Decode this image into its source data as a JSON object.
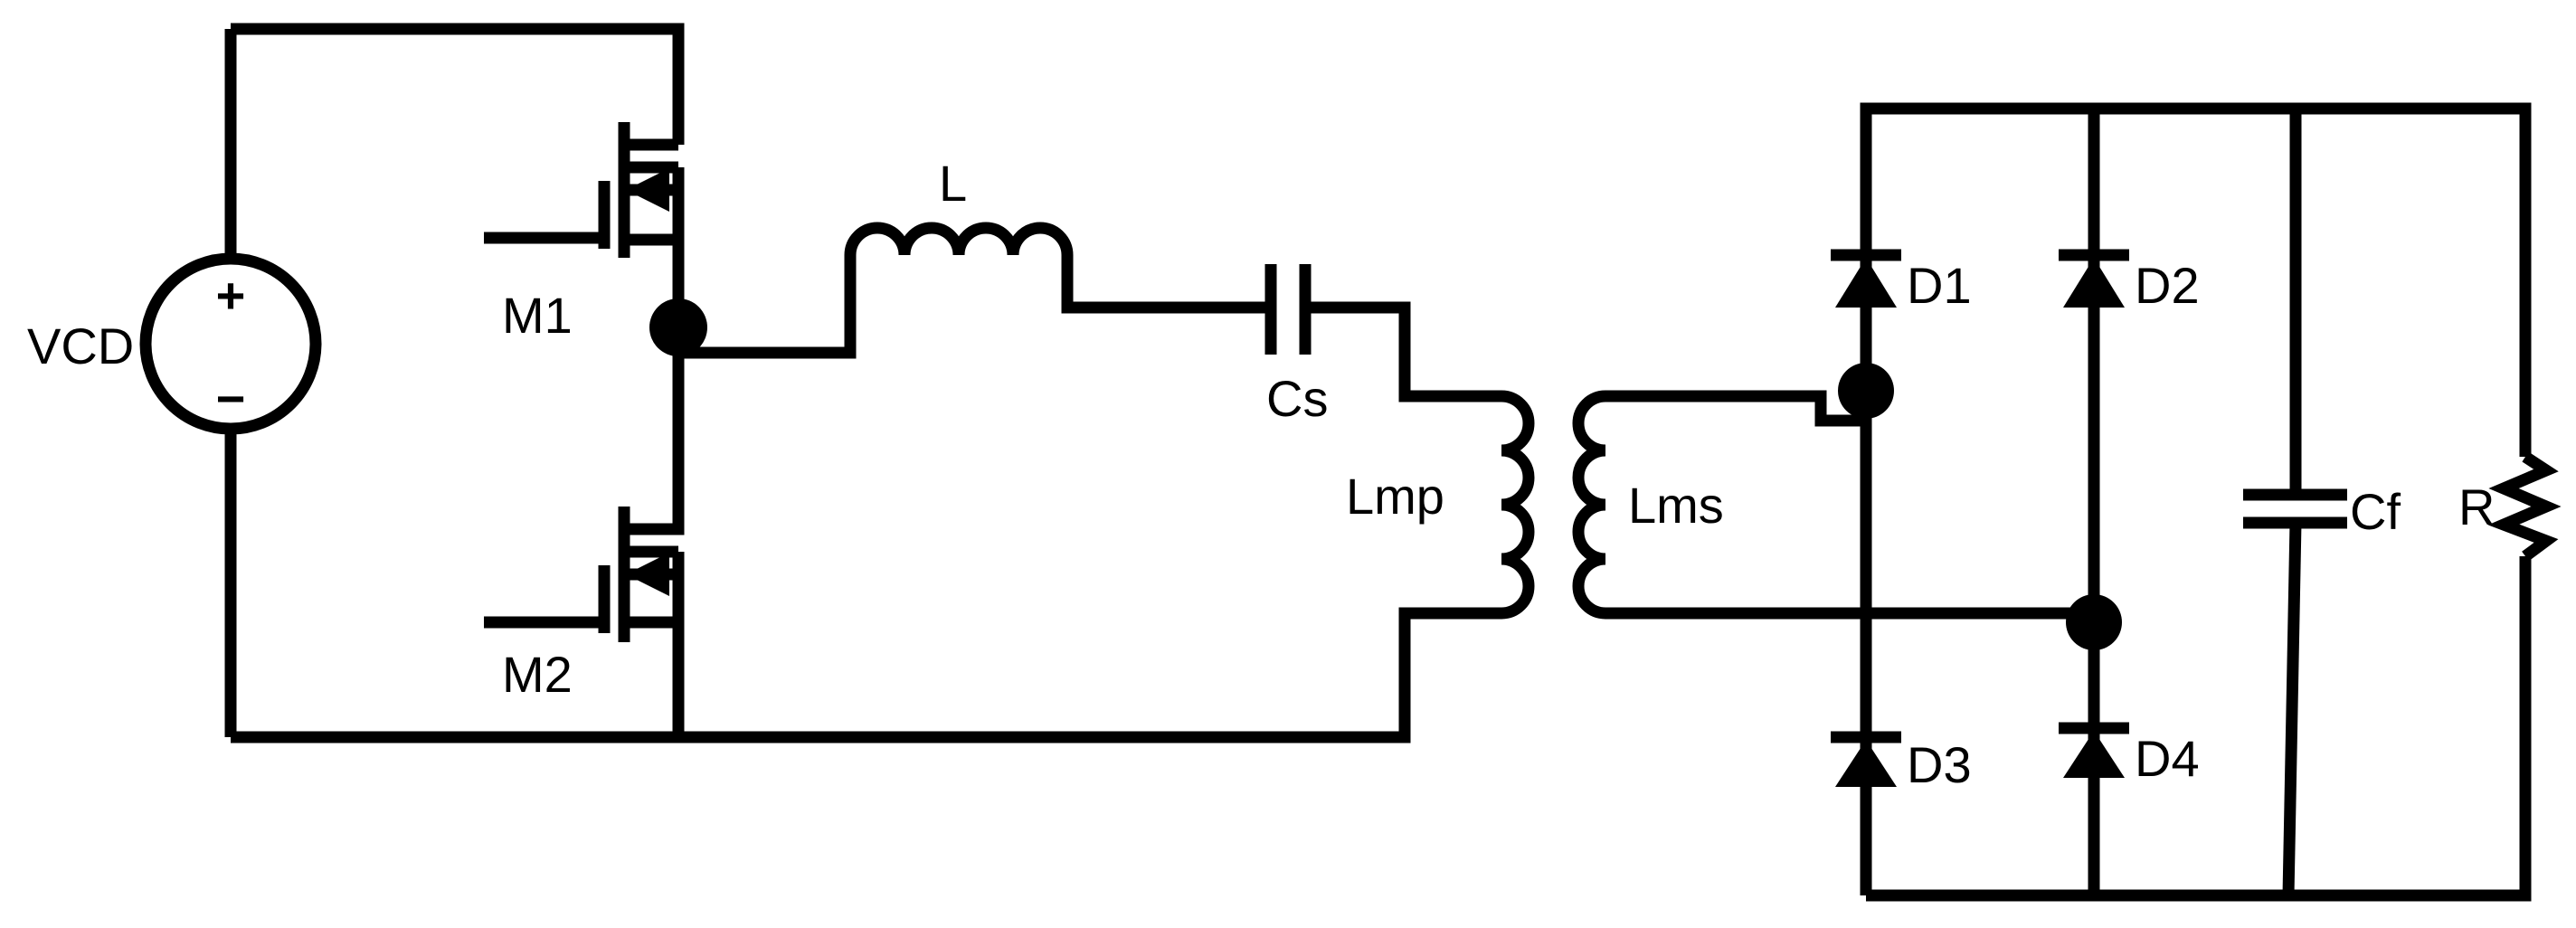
{
  "labels": {
    "source": "VCD",
    "mosfet_top": "M1",
    "mosfet_bottom": "M2",
    "inductor": "L",
    "series_cap": "Cs",
    "primary": "Lmp",
    "secondary": "Lms",
    "diode1": "D1",
    "diode2": "D2",
    "diode3": "D3",
    "diode4": "D4",
    "filter_cap": "Cf",
    "load": "R"
  },
  "symbols": {
    "source_plus": "+",
    "source_minus": "−"
  },
  "colors": {
    "line": "#000000",
    "background": "#ffffff"
  }
}
